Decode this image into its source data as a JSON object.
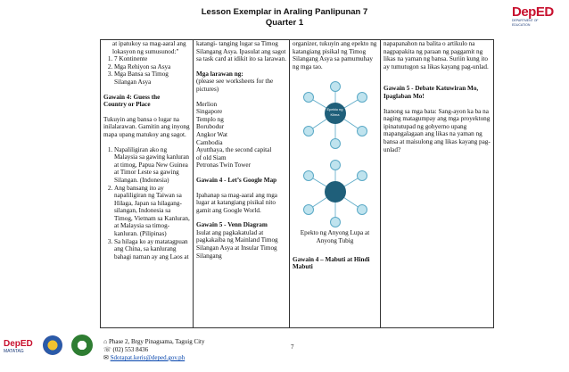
{
  "header": {
    "title_line1": "Lesson Exemplar in Araling  Panlipunan 7",
    "title_line2": "Quarter 1",
    "logo_text": "DepED",
    "logo_subtext": "DEPARTMENT OF EDUCATION"
  },
  "col1": {
    "intro1": "at ipatukoy sa mag-aaral ang",
    "intro2": "lokasyon ng sumusunod:\"",
    "list1": [
      "7 Kontinente",
      "Mga Rehiyon sa Asya",
      "Mga Bansa sa Timog Silangan Asya"
    ],
    "gawain_title1": "Gawain 4: Guess the",
    "gawain_title2": "Country or Place",
    "instructions": "Tukuyin ang bansa o lugar na inilalarawan. Gamitin ang inyong mapa upang matukoy ang sagot.",
    "list2": [
      "Napaliligiran ako ng Malaysia sa gawing kanluran at timog, Papua New Guinea at Timor Leste sa gawing Silangan. (Indonesia)",
      "Ang bansang ito ay napaliligiran ng Taiwan sa Hilaga, Japan sa hilagang-silangan, Indonesia sa Timog, Vietnam sa Kanluran, at Malaysia sa timog-kanluran. (Pilipinas)",
      "Sa hilaga ko ay matatagpuan ang China, sa kanlurang bahagi naman ay ang Laos at"
    ]
  },
  "col2": {
    "intro": "katangi- tanging lugar sa Timog Silangang Asya. Ipasulat ang sagot sa task card at idikit ito sa larawan.",
    "larawan_title": "Mga larawan ng:",
    "larawan_note": "(please see worksheets for the pictures)",
    "places": [
      "Merlion",
      "Singapore",
      "Templo ng",
      "Borubodur",
      "Angkor Wat",
      "Cambodia",
      "Ayutthaya, the second capital",
      "of old Siam",
      "Petronas Twin Tower"
    ],
    "gawain4_title": "Gawain 4 - Let’s Google Map",
    "gawain4_text": "Ipahanap sa mag-aaral ang mga lugar at katangiang pisikal nito gamit ang Google World.",
    "gawain5_title": "Gawain 5 - Venn Diagram",
    "gawain5_text": "Isulat ang pagkakatulad at pagkakaiba ng Mainland Timog Silangan Asya at Insular Timog Silangang"
  },
  "col3": {
    "intro": "organizer, tukuyin ang epekto ng katangiang pisikal ng Timog Silangang Asya sa pamumuhay ng mga tao.",
    "hub_label": "Epekto ng Klima",
    "caption": "Epekto ng Anyong Lupa at Anyong Tubig",
    "gawain_title": "Gawain 4 – Mabuti at Hindi Mabuti"
  },
  "col4": {
    "intro": "napapanahon na balita o artikulo na nagpapakita ng paraan ng paggamit ng likas na yaman ng bansa. Suriin kung ito ay tumutugon sa likas kayang pag-unlad.",
    "gawain_title": "Gawain 5 - Debate Katuwiran Mo, Ipaglaban Mo!",
    "text": "Itanong sa mga bata: Sang-ayon ka ba na naging matagumpay ang mga proyektong ipinatutupad ng gobyerno upang mapangalagaan ang likas na yaman ng bansa at maisulong ang likas kayang pag-unlad?"
  },
  "footer": {
    "address": "Phase 2, Brgy Pinagsama, Taguig City",
    "phone": "(02) 553 8436",
    "email": "Sdotapat.keris@deped.gov.ph",
    "page_number": "7",
    "logo_text": "DepED",
    "logo_sub": "MATATAG"
  },
  "colors": {
    "deped_red": "#c8102e",
    "deped_blue": "#1f3d7a",
    "hub": "#1f5f7a",
    "node": "#bfe3ee"
  }
}
